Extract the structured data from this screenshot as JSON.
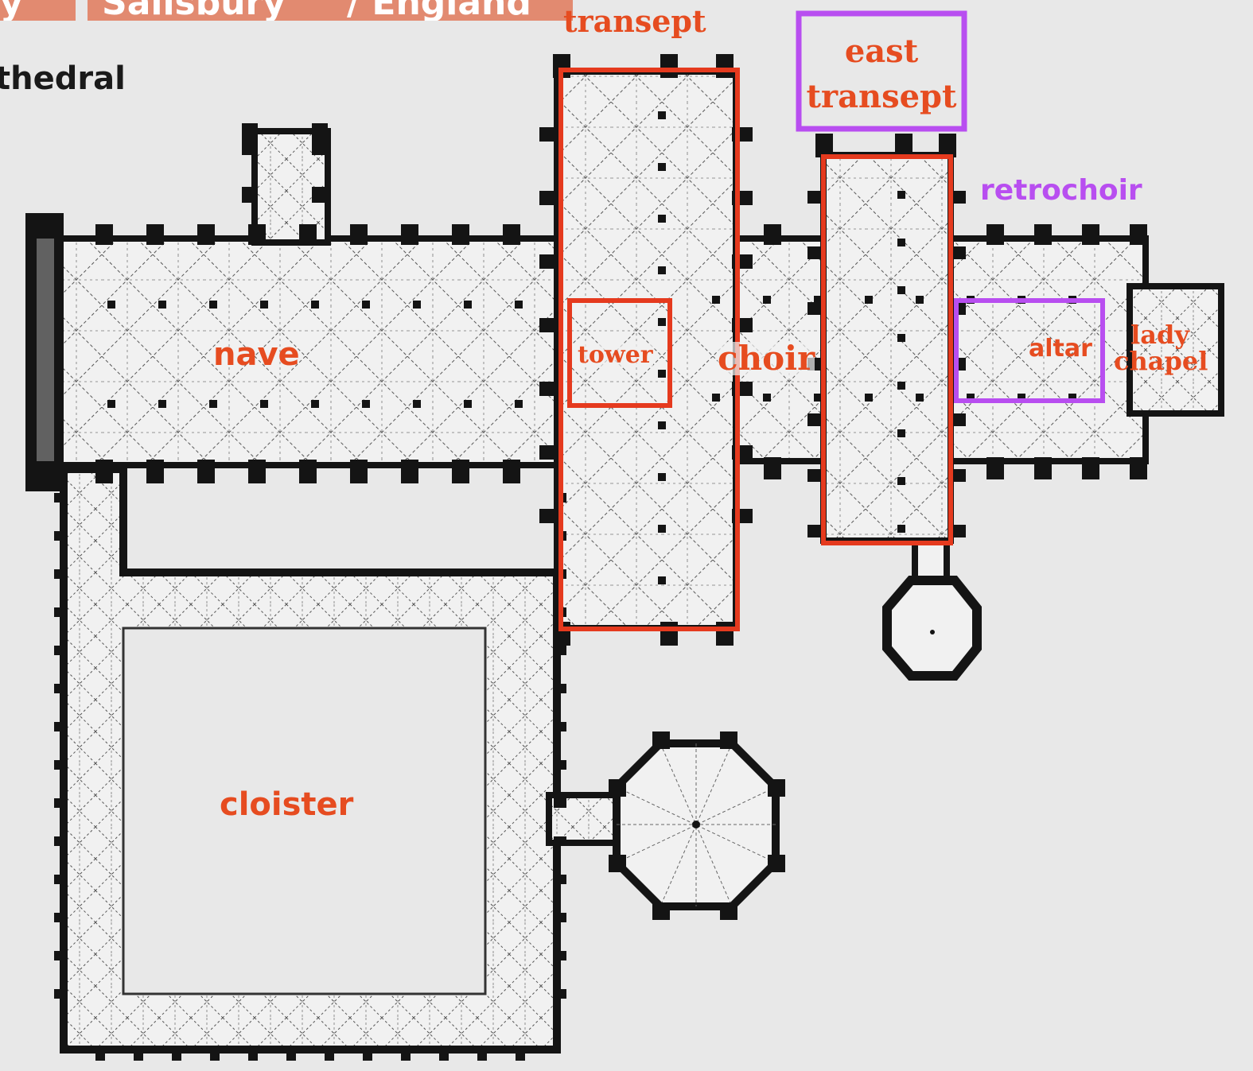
{
  "banner": {
    "left_text": "y",
    "main_text": "Salisbury",
    "right_text": "/ England"
  },
  "heading": "thedral",
  "labels": {
    "transept": "transept",
    "east_transept_line1": "east",
    "east_transept_line2": "transept",
    "retrochoir": "retrochoir",
    "nave": "nave",
    "tower": "tower",
    "choir": "choir",
    "altar": "altar",
    "lady_chapel_line1": "lady",
    "lady_chapel_line2": "chapel",
    "cloister": "cloister"
  },
  "colors": {
    "background": "#e8e8e8",
    "banner": "#e28a70",
    "red_label": "#e64c20",
    "purple_label": "#b84ef0",
    "wall": "#141414",
    "floor": "#f1f1f1"
  }
}
